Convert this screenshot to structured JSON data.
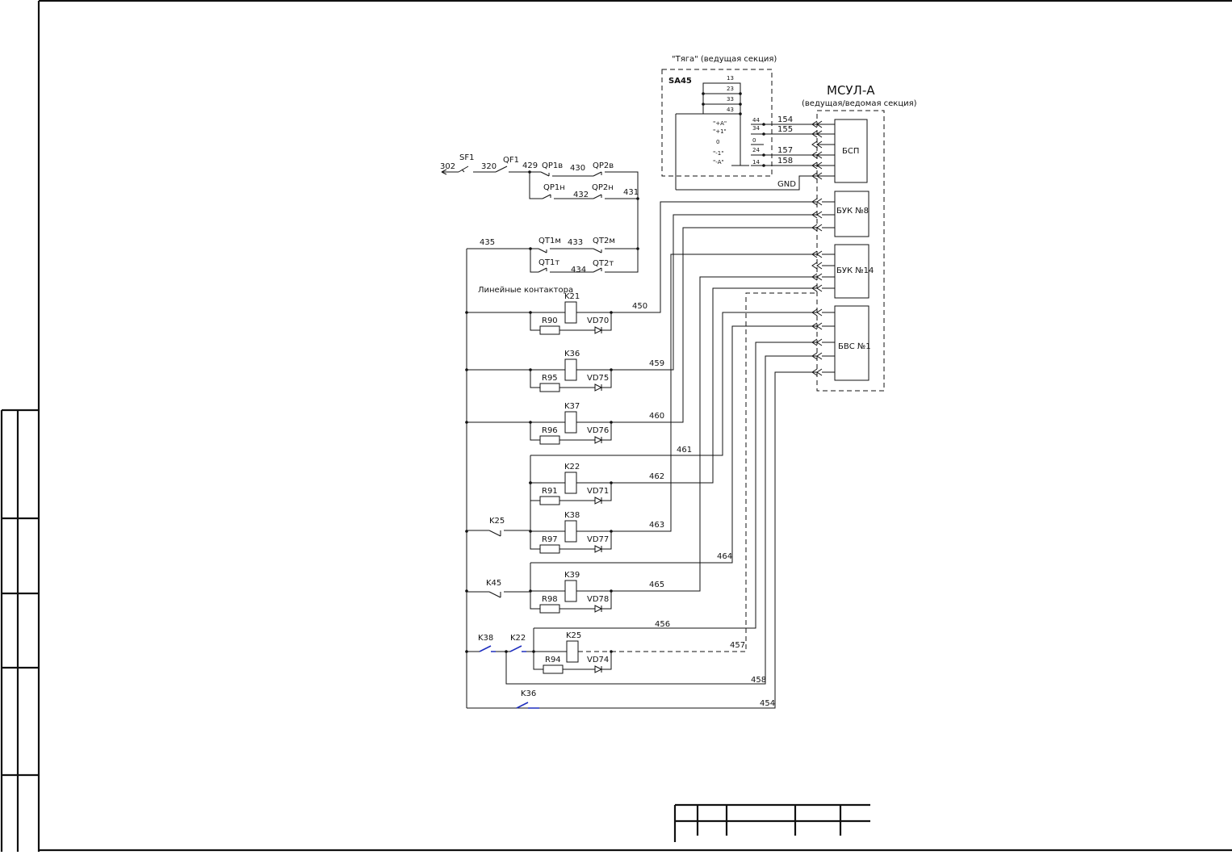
{
  "selector": {
    "caption": "\"Тяга\" (ведущая секция)",
    "name": "SA45",
    "positions": [
      "13",
      "23",
      "33",
      "43"
    ],
    "states": [
      "\"+А\"",
      "\"+1\"",
      "0",
      "\"-1\"",
      "\"-А\""
    ],
    "pins": [
      "44",
      "34",
      "0",
      "24",
      "14"
    ]
  },
  "controller": {
    "title": "МСУЛ-А",
    "subtitle": "(ведущая/ведомая секция)",
    "blocks": [
      "БСП",
      "БУК №8",
      "БУК №14",
      "БВС №1"
    ],
    "gnd": "GND",
    "pins": [
      "154",
      "155",
      "157",
      "158"
    ]
  },
  "supply": {
    "wire_in": "302",
    "sf": "SF1",
    "w320": "320",
    "qf": "QF1",
    "w429": "429",
    "qp1v": "QP1в",
    "w430": "430",
    "qp2v": "QP2в",
    "qp1n": "QP1н",
    "w432": "432",
    "qp2n": "QP2н",
    "w431": "431"
  },
  "reverser": {
    "w435": "435",
    "qt1m": "QT1м",
    "w433": "433",
    "qt2m": "QT2м",
    "qt1t": "QT1т",
    "w434": "434",
    "qt2t": "QT2т"
  },
  "section_title": "Линейные контактора",
  "rungs": [
    {
      "coil": "K21",
      "res": "R90",
      "diode": "VD70",
      "wire": "450"
    },
    {
      "coil": "K36",
      "res": "R95",
      "diode": "VD75",
      "wire": "459"
    },
    {
      "coil": "K37",
      "res": "R96",
      "diode": "VD76",
      "wire": "460"
    },
    {
      "coil": "K22",
      "res": "R91",
      "diode": "VD71",
      "wire": "462"
    },
    {
      "coil": "K38",
      "res": "R97",
      "diode": "VD77",
      "wire": "463"
    },
    {
      "coil": "K39",
      "res": "R98",
      "diode": "VD78",
      "wire": "465"
    },
    {
      "coil": "K25",
      "res": "R94",
      "diode": "VD74",
      "wire": "457"
    }
  ],
  "extra_wires": {
    "w461": "461",
    "w464": "464",
    "w456": "456",
    "w458": "458",
    "w454": "454"
  },
  "contacts": {
    "k25": "K25",
    "k45": "K45",
    "k38": "K38",
    "k22": "K22",
    "k36": "K36"
  }
}
